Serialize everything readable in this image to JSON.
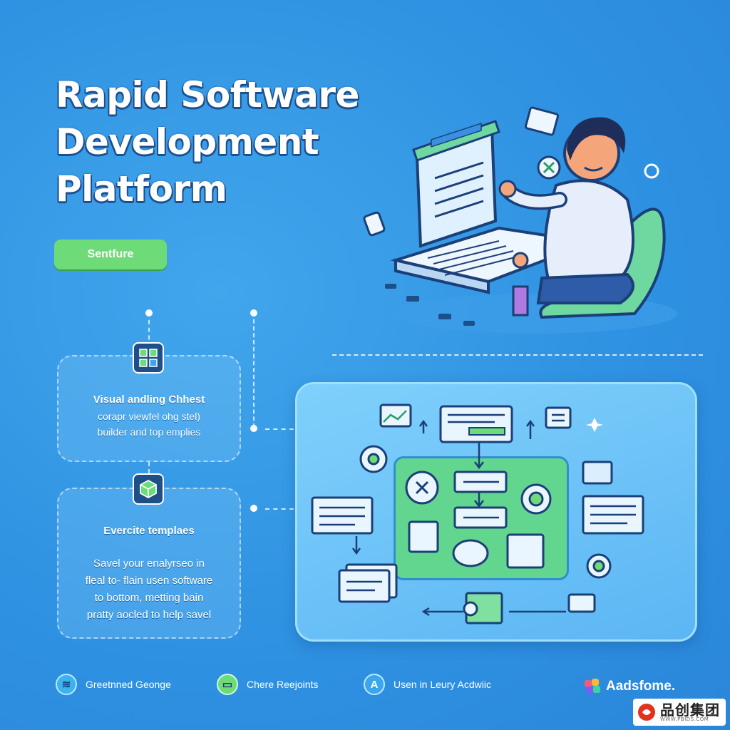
{
  "headline": {
    "line1": "Rapid Software",
    "line2": "Development",
    "line3": "Platform"
  },
  "pill": {
    "label": "Sentfure"
  },
  "card1": {
    "title": "Visual andling Chhest",
    "body_line1": "corapr viewfel ohg stel)",
    "body_line2": "builder and top emplies",
    "icon": "grid-blocks-icon"
  },
  "card2": {
    "title": "Evercite templaes",
    "body_line1": "Savel your enalyrseo in",
    "body_line2": "fleal to- flain usen software",
    "body_line3": "to bottom, metting bain",
    "body_line4": "pratty aocled to help savel",
    "icon": "cube-icon"
  },
  "footer": {
    "item1": {
      "label": "Greetnned Geonge",
      "icon": "code-icon"
    },
    "item2": {
      "label": "Chere Reejoints",
      "icon": "folder-icon"
    },
    "item3": {
      "label": "Usen in Leury Acdwiic",
      "icon": "letter-a-icon",
      "glyph": "A"
    }
  },
  "brand": {
    "name": "Aadsfome."
  },
  "watermark": {
    "text": "品创集团",
    "subtext": "WWW.PBIDS.COM"
  },
  "colors": {
    "background": "#2f92e2",
    "accent_green": "#6ddc78",
    "panel_blue": "#7fd0fb",
    "navy": "#1b3f78"
  }
}
